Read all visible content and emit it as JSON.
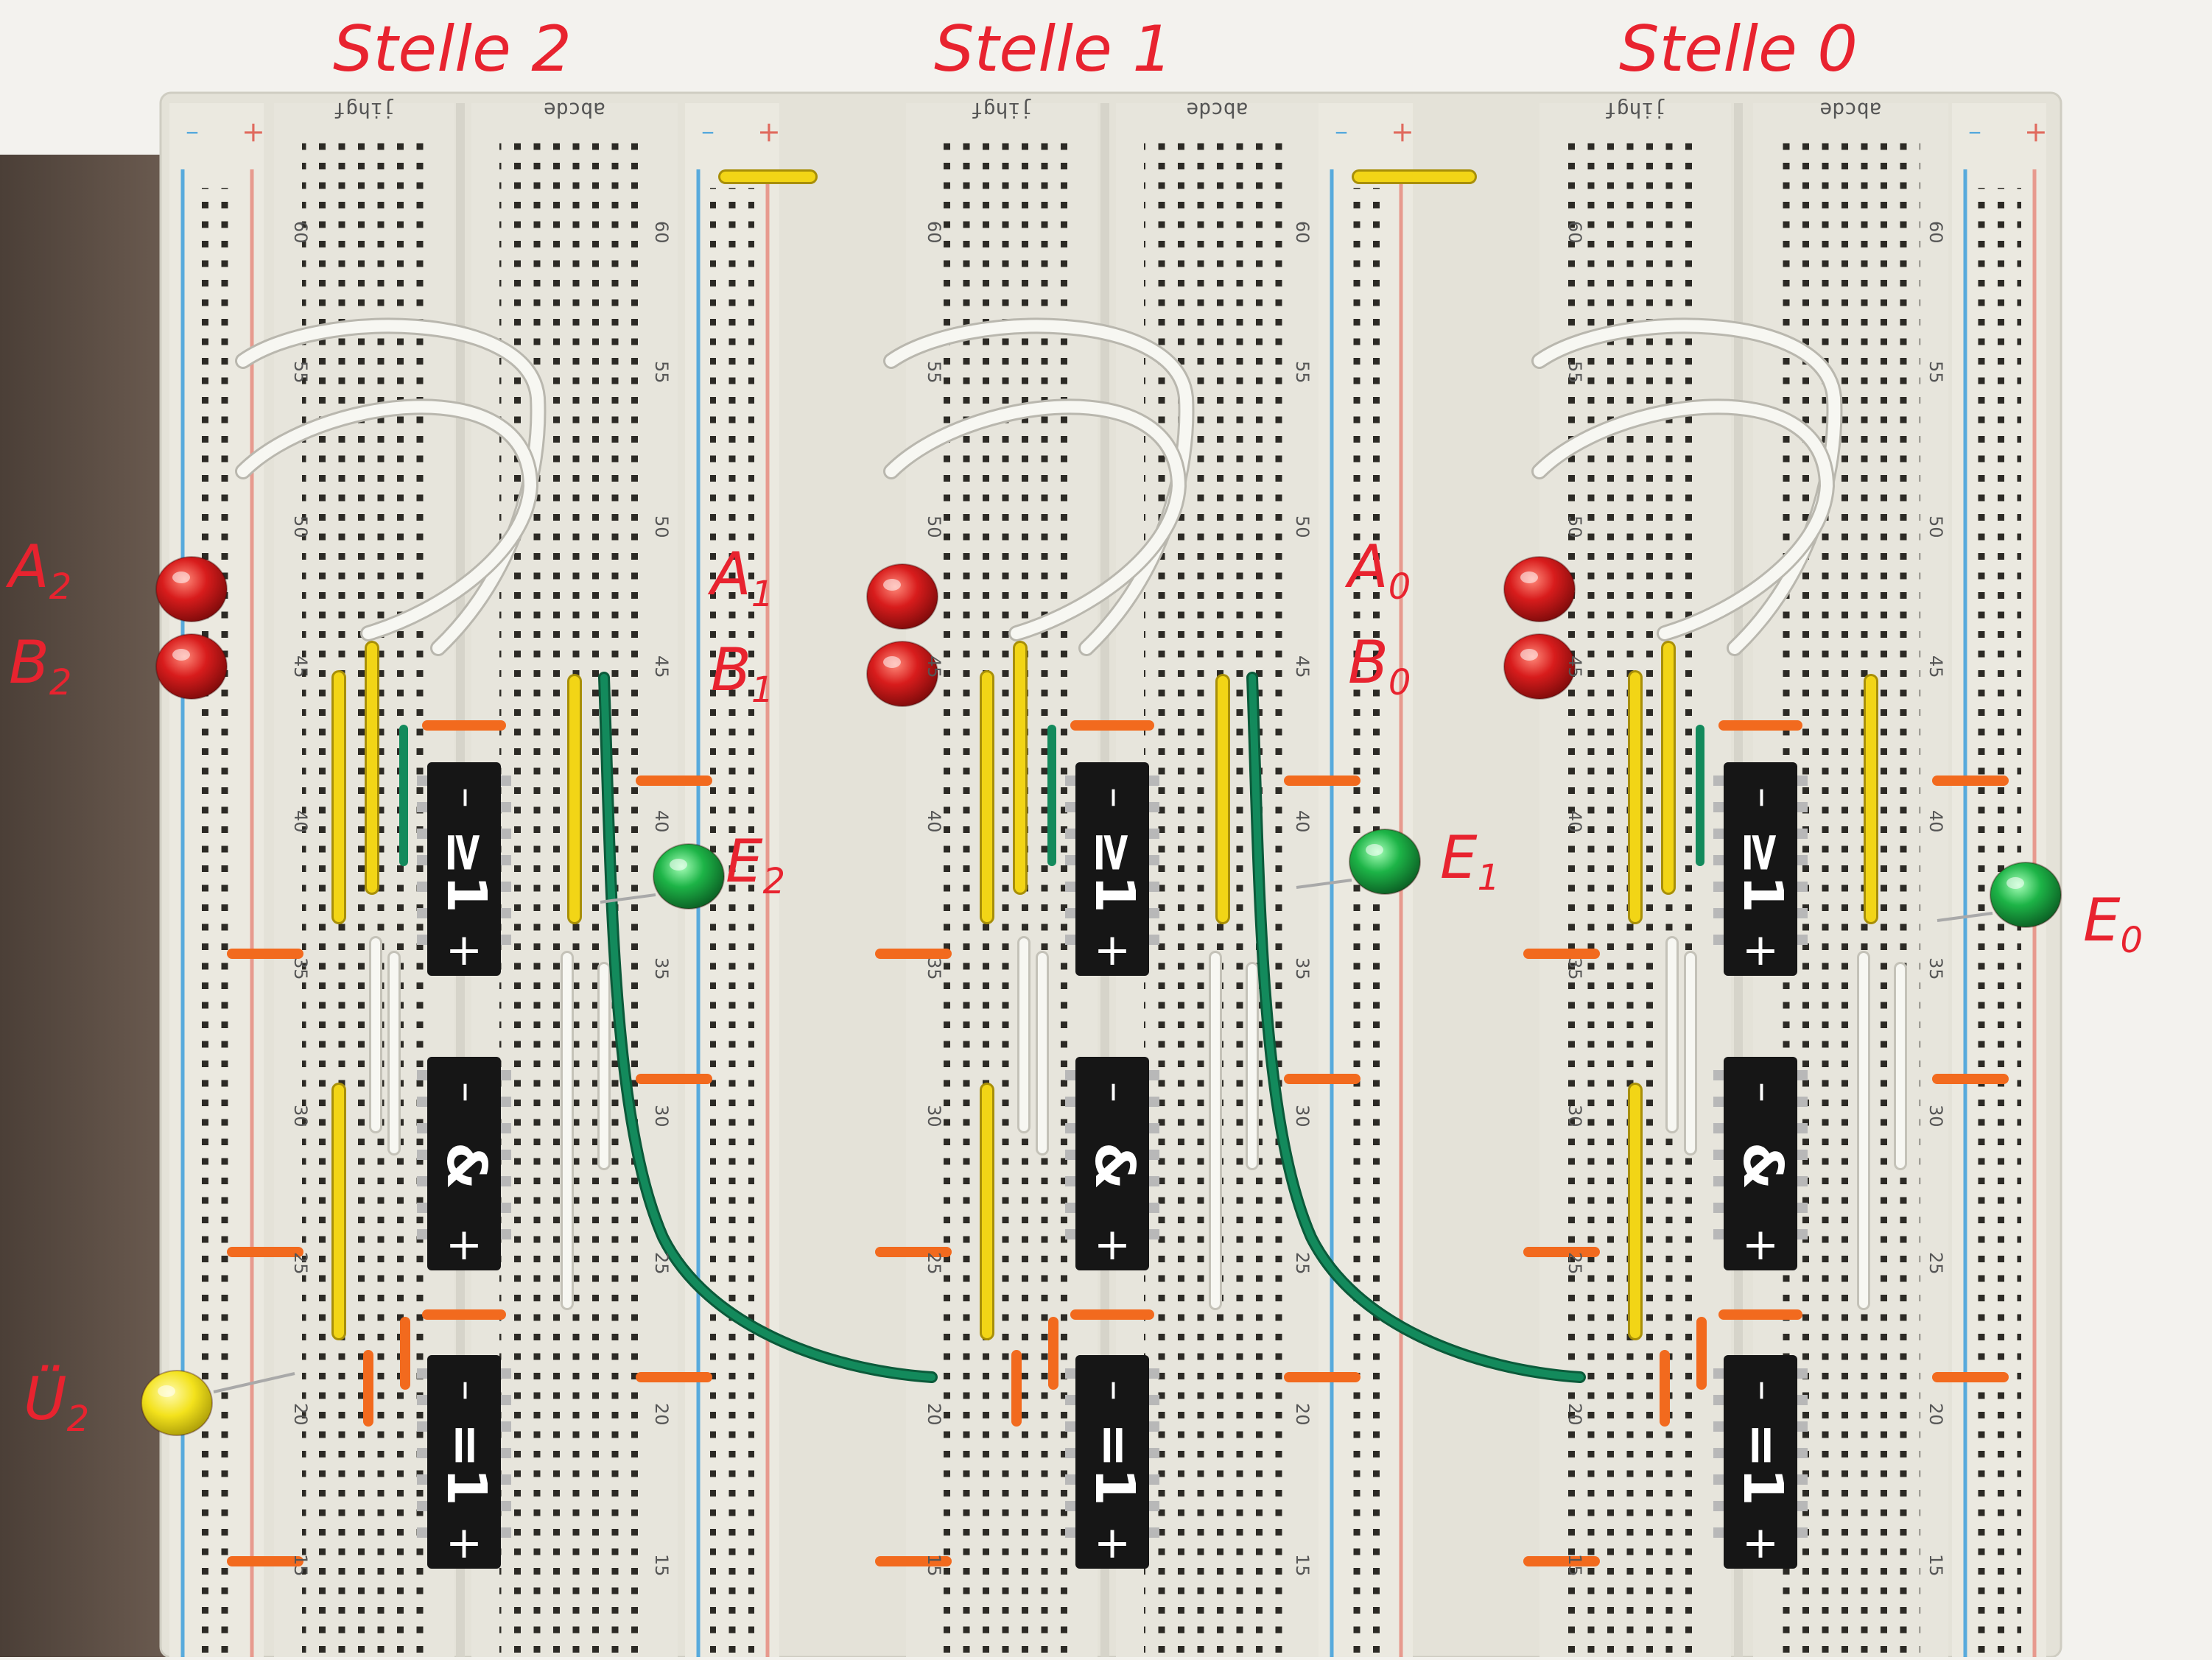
{
  "photo": {
    "kind": "breadboard-photo",
    "colors": {
      "annotation": "#e8232f",
      "board": "#e4e2d8",
      "chip": "#161616",
      "led_red": "#d01818",
      "led_green": "#18b040",
      "led_yellow": "#f4e01a",
      "wire_yellow": "#f2d516",
      "wire_green": "#138a5c",
      "wire_white": "#f7f7f2",
      "jumper_orange": "#f26a1e",
      "rail_blue": "#58aadc",
      "rail_red": "#e79a8e",
      "wall_left": "#5a4c42"
    }
  },
  "stages": [
    {
      "heading": "Stelle 2",
      "input_a": {
        "base": "A",
        "sub": "2"
      },
      "input_b": {
        "base": "B",
        "sub": "2"
      },
      "output_e": {
        "base": "E",
        "sub": "2"
      },
      "carry": {
        "base": "Ü",
        "sub": "2"
      },
      "chips": [
        {
          "marking": "≥1",
          "sign_top": "–",
          "sign_bottom": "+"
        },
        {
          "marking": "&",
          "sign_top": "–",
          "sign_bottom": "+"
        },
        {
          "marking": "=1",
          "sign_top": "–",
          "sign_bottom": "+"
        }
      ]
    },
    {
      "heading": "Stelle 1",
      "input_a": {
        "base": "A",
        "sub": "1"
      },
      "input_b": {
        "base": "B",
        "sub": "1"
      },
      "output_e": {
        "base": "E",
        "sub": "1"
      },
      "chips": [
        {
          "marking": "≥1",
          "sign_top": "–",
          "sign_bottom": "+"
        },
        {
          "marking": "&",
          "sign_top": "–",
          "sign_bottom": "+"
        },
        {
          "marking": "=1",
          "sign_top": "–",
          "sign_bottom": "+"
        }
      ]
    },
    {
      "heading": "Stelle 0",
      "input_a": {
        "base": "A",
        "sub": "0"
      },
      "input_b": {
        "base": "B",
        "sub": "0"
      },
      "output_e": {
        "base": "E",
        "sub": "0"
      },
      "chips": [
        {
          "marking": "≥1",
          "sign_top": "–",
          "sign_bottom": "+"
        },
        {
          "marking": "&",
          "sign_top": "–",
          "sign_bottom": "+"
        },
        {
          "marking": "=1",
          "sign_top": "–",
          "sign_bottom": "+"
        }
      ]
    }
  ],
  "board_print": {
    "column_letters_left": "jihgf",
    "column_letters_right": "abcde",
    "rail_minus": "–",
    "rail_plus": "+",
    "row_numbers": [
      "60",
      "55",
      "50",
      "45",
      "40",
      "35",
      "30",
      "25",
      "20",
      "15"
    ]
  }
}
